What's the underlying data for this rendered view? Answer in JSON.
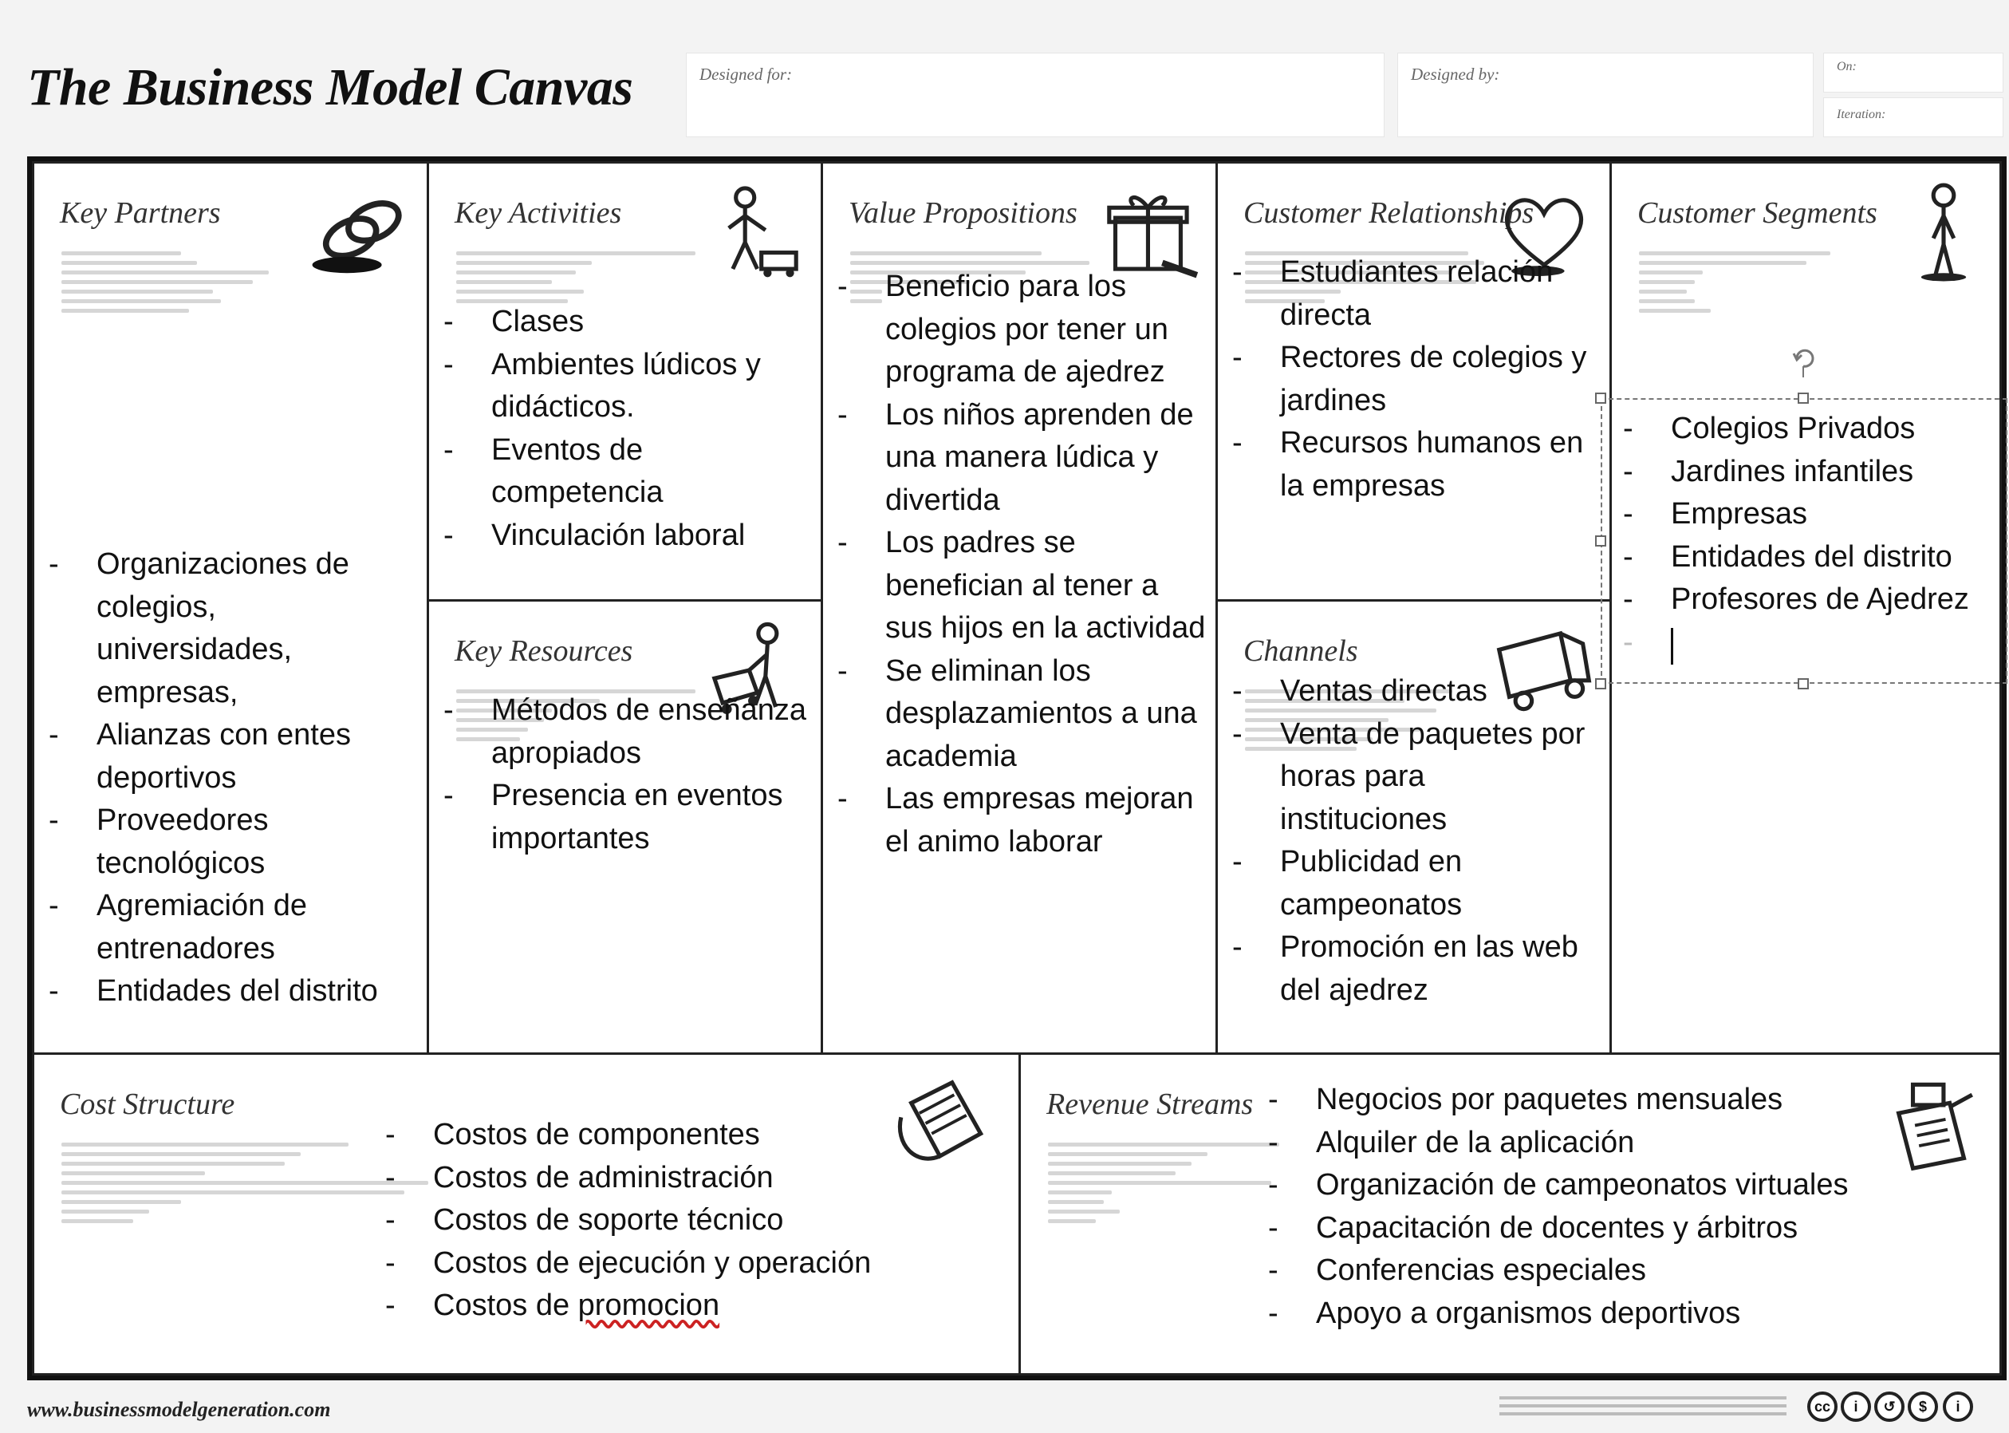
{
  "header": {
    "title": "The Business Model Canvas",
    "designed_for_label": "Designed for:",
    "designed_by_label": "Designed by:",
    "on_label": "On:",
    "iteration_label": "Iteration:"
  },
  "blocks": {
    "key_partners": {
      "title": "Key Partners",
      "icon": "chain-links-icon",
      "items": [
        "Organizaciones de colegios, universidades, empresas,",
        "Alianzas con entes deportivos",
        "Proveedores tecnológicos",
        "Agremiación de entrenadores",
        "Entidades del distrito"
      ]
    },
    "key_activities": {
      "title": "Key Activities",
      "icon": "worker-icon",
      "items": [
        "Clases",
        "Ambientes lúdicos y didácticos.",
        "Eventos de competencia",
        "Vinculación laboral"
      ]
    },
    "key_resources": {
      "title": "Key Resources",
      "icon": "worker-cart-icon",
      "items": [
        "Métodos de enseñanza apropiados",
        "Presencia en eventos importantes"
      ]
    },
    "value_propositions": {
      "title": "Value Propositions",
      "icon": "gift-icon",
      "items": [
        "Beneficio para los colegios por tener un programa de ajedrez",
        "Los niños aprenden de una manera lúdica y divertida",
        "Los padres se benefician al tener a sus hijos en la actividad",
        "Se eliminan los desplazamientos a una academia",
        "Las empresas mejoran el animo laborar"
      ]
    },
    "customer_relationships": {
      "title": "Customer Relationships",
      "icon": "heart-icon",
      "items": [
        "Estudiantes relación directa",
        "Rectores de colegios y jardines",
        "Recursos humanos en la empresas"
      ]
    },
    "channels": {
      "title": "Channels",
      "icon": "truck-icon",
      "items": [
        "Ventas directas",
        "Venta de paquetes por horas para instituciones",
        "Publicidad en campeonatos",
        "Promoción en las web del ajedrez"
      ]
    },
    "customer_segments": {
      "title": "Customer Segments",
      "icon": "person-icon",
      "items": [
        "Colegios Privados",
        "Jardines infantiles",
        "Empresas",
        "Entidades del distrito",
        "Profesores de Ajedrez",
        ""
      ]
    },
    "cost_structure": {
      "title": "Cost Structure",
      "icon": "price-tag-icon",
      "items": [
        "Costos de componentes",
        "Costos de administración",
        "Costos de soporte técnico",
        "Costos de ejecución y operación",
        "Costos de promocion"
      ]
    },
    "revenue_streams": {
      "title": "Revenue Streams",
      "icon": "cash-register-icon",
      "items": [
        "Negocios por paquetes mensuales",
        "Alquiler de la aplicación",
        "Organización de campeonatos virtuales",
        "Capacitación de docentes y árbitros",
        "Conferencias especiales",
        "Apoyo a organismos deportivos"
      ]
    }
  },
  "footer": {
    "url": "www.businessmodelgeneration.com",
    "license_icons": [
      "cc-icon",
      "by-icon",
      "sa-icon",
      "nc-icon",
      "info-icon"
    ]
  }
}
